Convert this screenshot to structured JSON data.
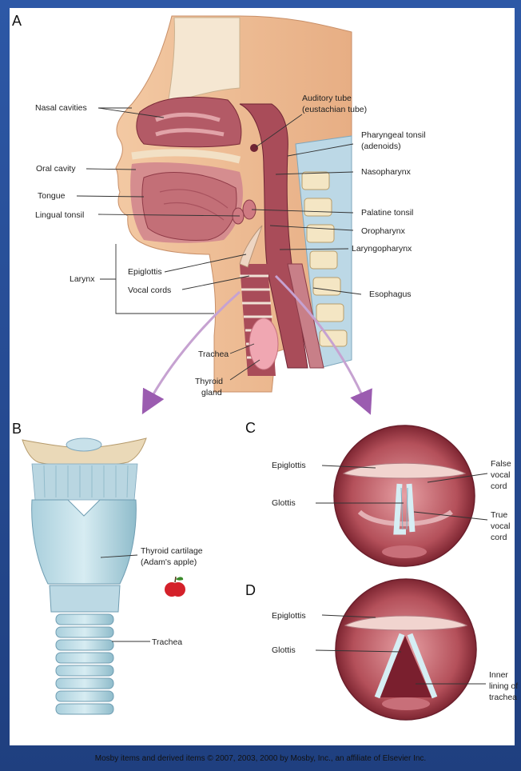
{
  "panels": {
    "a": "A",
    "b": "B",
    "c": "C",
    "d": "D"
  },
  "panel_a": {
    "nasal_cavities": "Nasal cavities",
    "oral_cavity": "Oral cavity",
    "tongue": "Tongue",
    "lingual_tonsil": "Lingual tonsil",
    "larynx": "Larynx",
    "epiglottis": "Epiglottis",
    "vocal_cords": "Vocal cords",
    "auditory_tube": "Auditory tube",
    "auditory_tube_sub": "(eustachian tube)",
    "pharyngeal_tonsil": "Pharyngeal tonsil",
    "pharyngeal_tonsil_sub": "(adenoids)",
    "nasopharynx": "Nasopharynx",
    "palatine_tonsil": "Palatine tonsil",
    "oropharynx": "Oropharynx",
    "laryngopharynx": "Laryngopharynx",
    "esophagus": "Esophagus",
    "trachea": "Trachea",
    "thyroid": "Thyroid",
    "gland": "gland"
  },
  "panel_b": {
    "thyroid_cartilage": "Thyroid cartilage",
    "adams_apple": "(Adam's apple)",
    "trachea": "Trachea"
  },
  "panel_c": {
    "epiglottis": "Epiglottis",
    "glottis": "Glottis",
    "false_1": "False",
    "false_2": "vocal",
    "false_3": "cord",
    "true_1": "True",
    "true_2": "vocal",
    "true_3": "cord"
  },
  "panel_d": {
    "epiglottis": "Epiglottis",
    "glottis": "Glottis",
    "inner_1": "Inner",
    "inner_2": "lining of",
    "inner_3": "trachea"
  },
  "credit": "Mosby items and derived items © 2007, 2003, 2000 by Mosby, Inc., an affiliate of Elsevier Inc."
}
